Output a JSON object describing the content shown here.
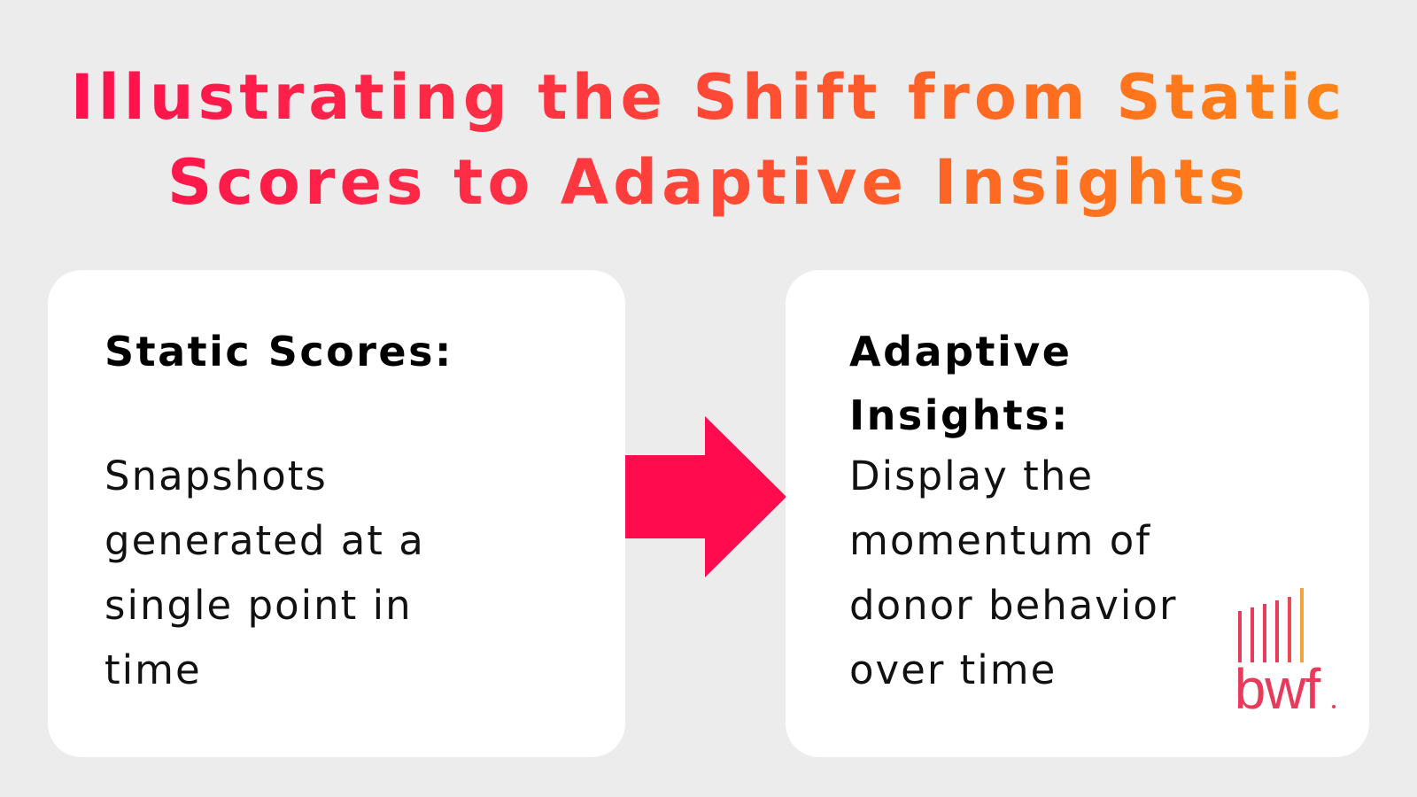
{
  "title": {
    "line1": "Illustrating the Shift from Static",
    "line2": "Scores to Adaptive Insights"
  },
  "static_card": {
    "heading": "Static Scores:",
    "body_lines": [
      "Snapshots",
      "generated at a",
      "single point in",
      "time"
    ]
  },
  "adaptive_card": {
    "heading_lines": [
      "Adaptive",
      "Insights:"
    ],
    "body_lines": [
      "Display the",
      "momentum of",
      "donor behavior",
      "over time"
    ]
  },
  "logo": {
    "text": "bwf"
  },
  "icons": {
    "arrow": "right-arrow-icon",
    "logo": "bwf-logo-icon"
  },
  "colors": {
    "background": "#ececec",
    "card": "#ffffff",
    "arrow": "#ff0b4e",
    "title_gradient_start": "#ff0b4e",
    "title_gradient_end": "#ff8a12",
    "logo": "#e83a5a",
    "logo_accent": "#f0a43a"
  }
}
